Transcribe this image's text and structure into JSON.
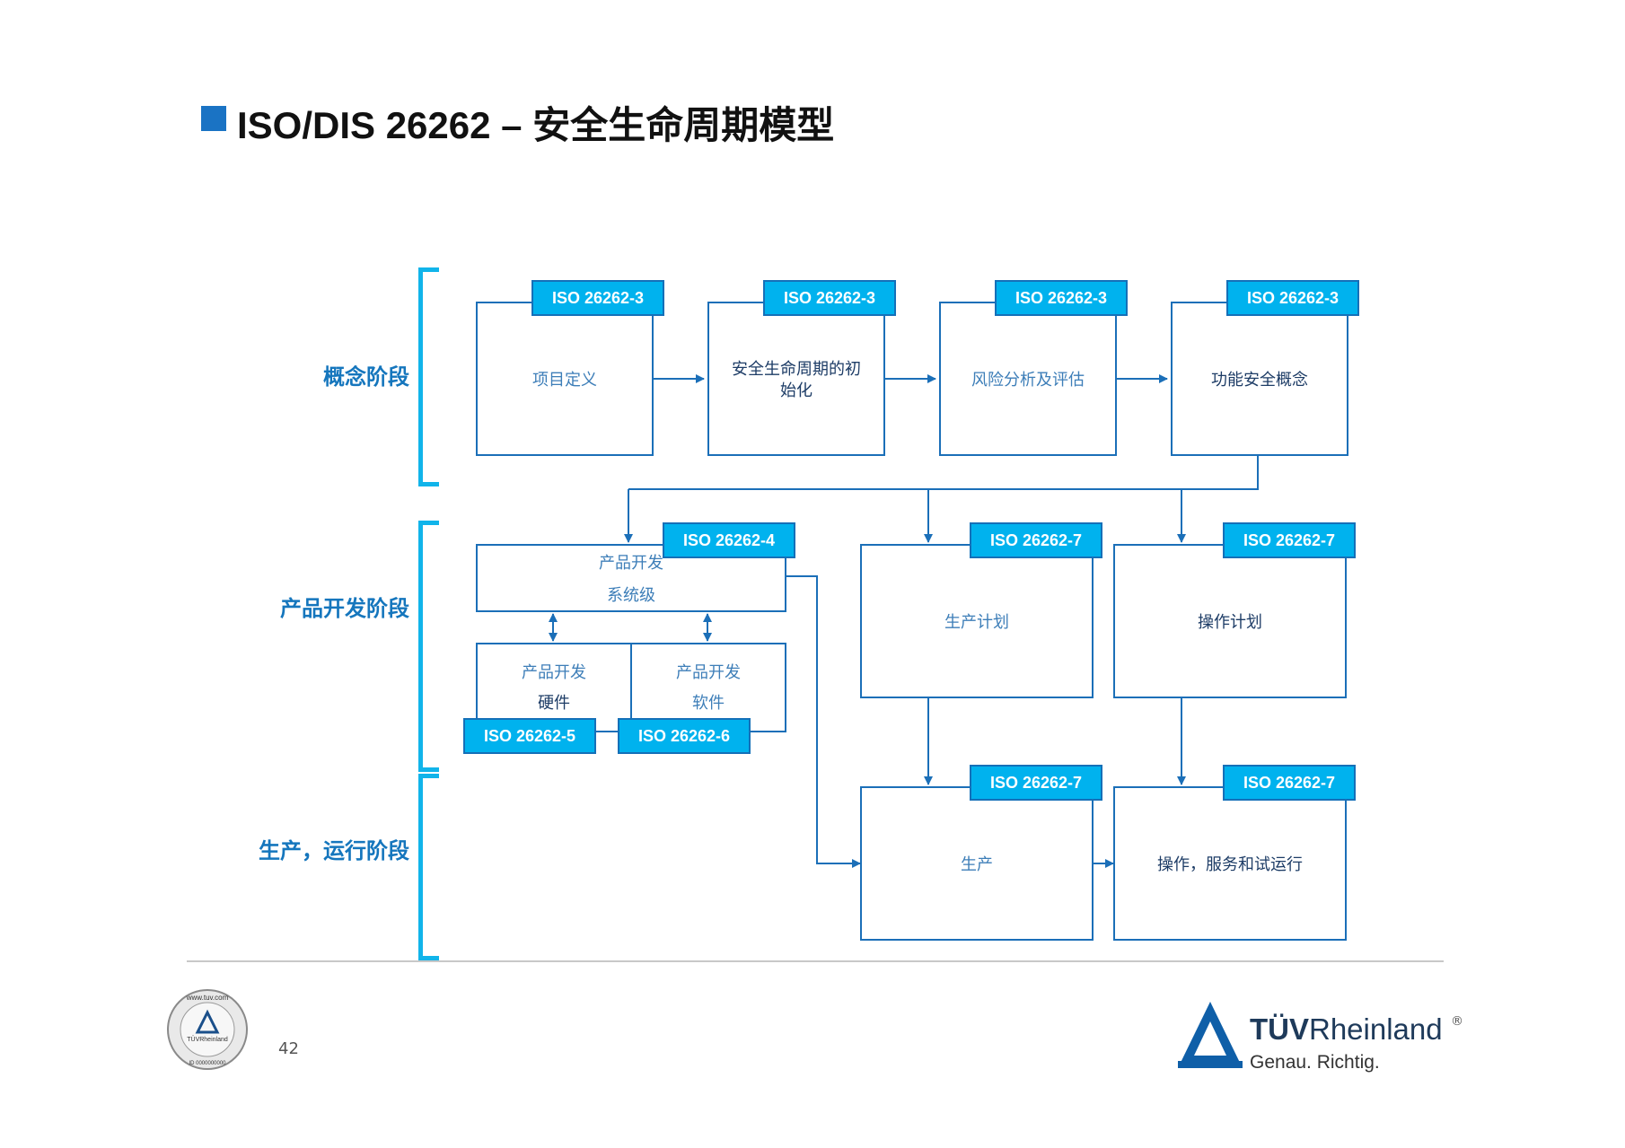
{
  "title": "ISO/DIS 26262 – 安全生命周期模型",
  "phases": {
    "concept": "概念阶段",
    "development": "产品开发阶段",
    "production": "生产，运行阶段"
  },
  "boxes": {
    "item_definition": "项目定义",
    "lifecycle_init_1": "安全生命周期的初",
    "lifecycle_init_2": "始化",
    "hazard_analysis": "风险分析及评估",
    "fsc": "功能安全概念",
    "dev_system_1": "产品开发",
    "dev_system_2": "系统级",
    "dev_hw_1": "产品开发",
    "dev_hw_2": "硬件",
    "dev_sw_1": "产品开发",
    "dev_sw_2": "软件",
    "production_plan": "生产计划",
    "operation_plan": "操作计划",
    "production": "生产",
    "operation_service": "操作，服务和试运行"
  },
  "tags": {
    "iso3": "ISO 26262-3",
    "iso4": "ISO 26262-4",
    "iso5": "ISO 26262-5",
    "iso6": "ISO 26262-6",
    "iso7": "ISO 26262-7"
  },
  "footer": {
    "page_number": "42",
    "brand_prefix": "TÜV",
    "brand_suffix": "Rheinland",
    "registered": "®",
    "slogan": "Genau. Richtig.",
    "seal_url": "www.tuv.com",
    "seal_brand": "TÜVRheinland",
    "seal_id": "ID 0000000000"
  },
  "colors": {
    "accent": "#1a73c4",
    "tag_fill": "#00b2ee",
    "bracket": "#11b4ea",
    "box_border": "#1b6fb8",
    "phase_text": "#1576bd"
  }
}
